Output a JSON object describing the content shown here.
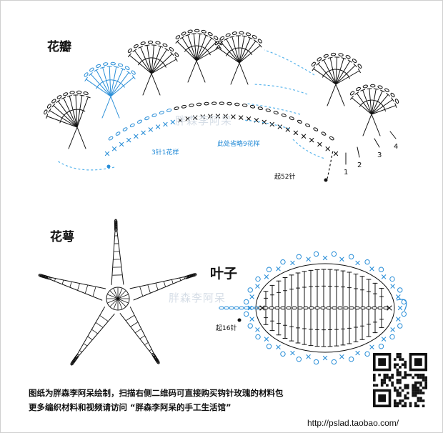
{
  "sections": {
    "petal_title": "花瓣",
    "calyx_title": "花萼",
    "leaf_title": "叶子"
  },
  "annotations": {
    "three_stitch": "3针1花样",
    "omitted": "此处省略9花样",
    "start_52": "起52针",
    "start_16": "起16针",
    "row_numbers": [
      "1",
      "2",
      "3",
      "4"
    ]
  },
  "watermark": "胖森李阿呆",
  "footer": {
    "line1": "图纸为胖森李阿呆绘制，扫描右侧二维码可直接购买钩针玫瑰的材料包",
    "line2": "更多编织材料和视频请访问 “胖森李阿呆的手工生活馆”",
    "url": "http://pslad.taobao.com/"
  },
  "colors": {
    "blue": "#2b8fd8",
    "black": "#111111",
    "light_blue": "#58b4ec"
  }
}
